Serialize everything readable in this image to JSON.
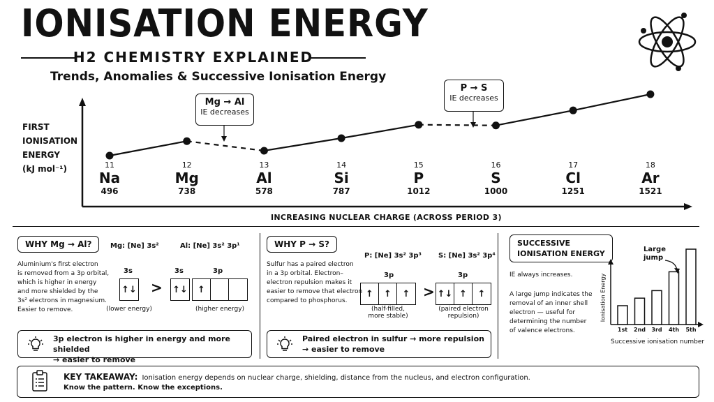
{
  "header": {
    "title": "IONISATION ENERGY",
    "subtitle": "H2 CHEMISTRY EXPLAINED",
    "tagline": "Trends, Anomalies & Successive Ionisation Energy"
  },
  "icons": {
    "header": "atom-icon",
    "tips": "lightbulb-icon",
    "takeaway": "clipboard-icon"
  },
  "chart_data": {
    "type": "line",
    "ylabel_lines": [
      "FIRST",
      "IONISATION",
      "ENERGY",
      "(kJ mol⁻¹)"
    ],
    "xlabel": "INCREASING NUCLEAR CHARGE (ACROSS PERIOD 3)",
    "elements": [
      {
        "z": "11",
        "symbol": "Na",
        "ie": 496
      },
      {
        "z": "12",
        "symbol": "Mg",
        "ie": 738
      },
      {
        "z": "13",
        "symbol": "Al",
        "ie": 578
      },
      {
        "z": "14",
        "symbol": "Si",
        "ie": 787
      },
      {
        "z": "15",
        "symbol": "P",
        "ie": 1012
      },
      {
        "z": "16",
        "symbol": "S",
        "ie": 1000
      },
      {
        "z": "17",
        "symbol": "Cl",
        "ie": 1251
      },
      {
        "z": "18",
        "symbol": "Ar",
        "ie": 1521
      }
    ],
    "dashed_segments": [
      [
        1,
        2
      ],
      [
        4,
        5
      ]
    ],
    "callouts": [
      {
        "title": "Mg → Al",
        "text": "IE decreases"
      },
      {
        "title": "P → S",
        "text": "IE decreases"
      }
    ]
  },
  "mg_al": {
    "heading": "WHY Mg → Al?",
    "lines": [
      "Aluminium's first electron",
      "is removed from a 3p orbital,",
      "which is higher in energy",
      "and more shielded by the",
      "3s² electrons in magnesium.",
      "Easier to remove."
    ],
    "mg_config": "Mg: [Ne] 3s²",
    "al_config": "Al: [Ne] 3s² 3p¹",
    "label_3s": "3s",
    "label_3p": "3p",
    "mg_3s": "↑↓",
    "al_3s": "↑↓",
    "al_3p": [
      "↑",
      "",
      ""
    ],
    "gt": ">",
    "note_left": "(lower energy)",
    "note_right": "(higher energy)",
    "tip_lines": [
      "3p electron is higher in energy and more shielded",
      "→ easier to remove"
    ]
  },
  "p_s": {
    "heading": "WHY P → S?",
    "lines": [
      "Sulfur has a paired electron",
      "in a 3p orbital. Electron–",
      "electron repulsion makes it",
      "easier to remove that electron",
      "compared to phosphorus."
    ],
    "p_config": "P: [Ne] 3s² 3p³",
    "s_config": "S: [Ne] 3s² 3p⁴",
    "label_3p": "3p",
    "p_3p": [
      "↑",
      "↑",
      "↑"
    ],
    "s_3p": [
      "↑↓",
      "↑",
      "↑"
    ],
    "gt": ">",
    "note_left_1": "(half-filled,",
    "note_left_2": "more stable)",
    "note_right_1": "(paired electron",
    "note_right_2": "repulsion)",
    "tip_lines": [
      "Paired electron in sulfur → more repulsion",
      "→ easier to remove"
    ]
  },
  "successive": {
    "heading_1": "SUCCESSIVE",
    "heading_2": "IONISATION ENERGY",
    "line1": "IE always increases.",
    "lines": [
      "A large jump indicates the",
      "removal of an inner shell",
      "electron — useful for",
      "determining the number",
      "of valence electrons."
    ],
    "chart_data": {
      "type": "bar",
      "categories": [
        "1st",
        "2nd",
        "3rd",
        "4th",
        "5th"
      ],
      "values": [
        1.0,
        1.4,
        1.8,
        2.8,
        4.0
      ],
      "ylabel": "Ionisation Energy",
      "xlabel": "Successive ionisation number",
      "annotation_1": "Large",
      "annotation_2": "jump"
    }
  },
  "takeaway": {
    "label": "KEY TAKEAWAY:",
    "text": "Ionisation energy depends on nuclear charge, shielding, distance from the nucleus, and electron configuration.",
    "line2": "Know the pattern. Know the exceptions."
  }
}
